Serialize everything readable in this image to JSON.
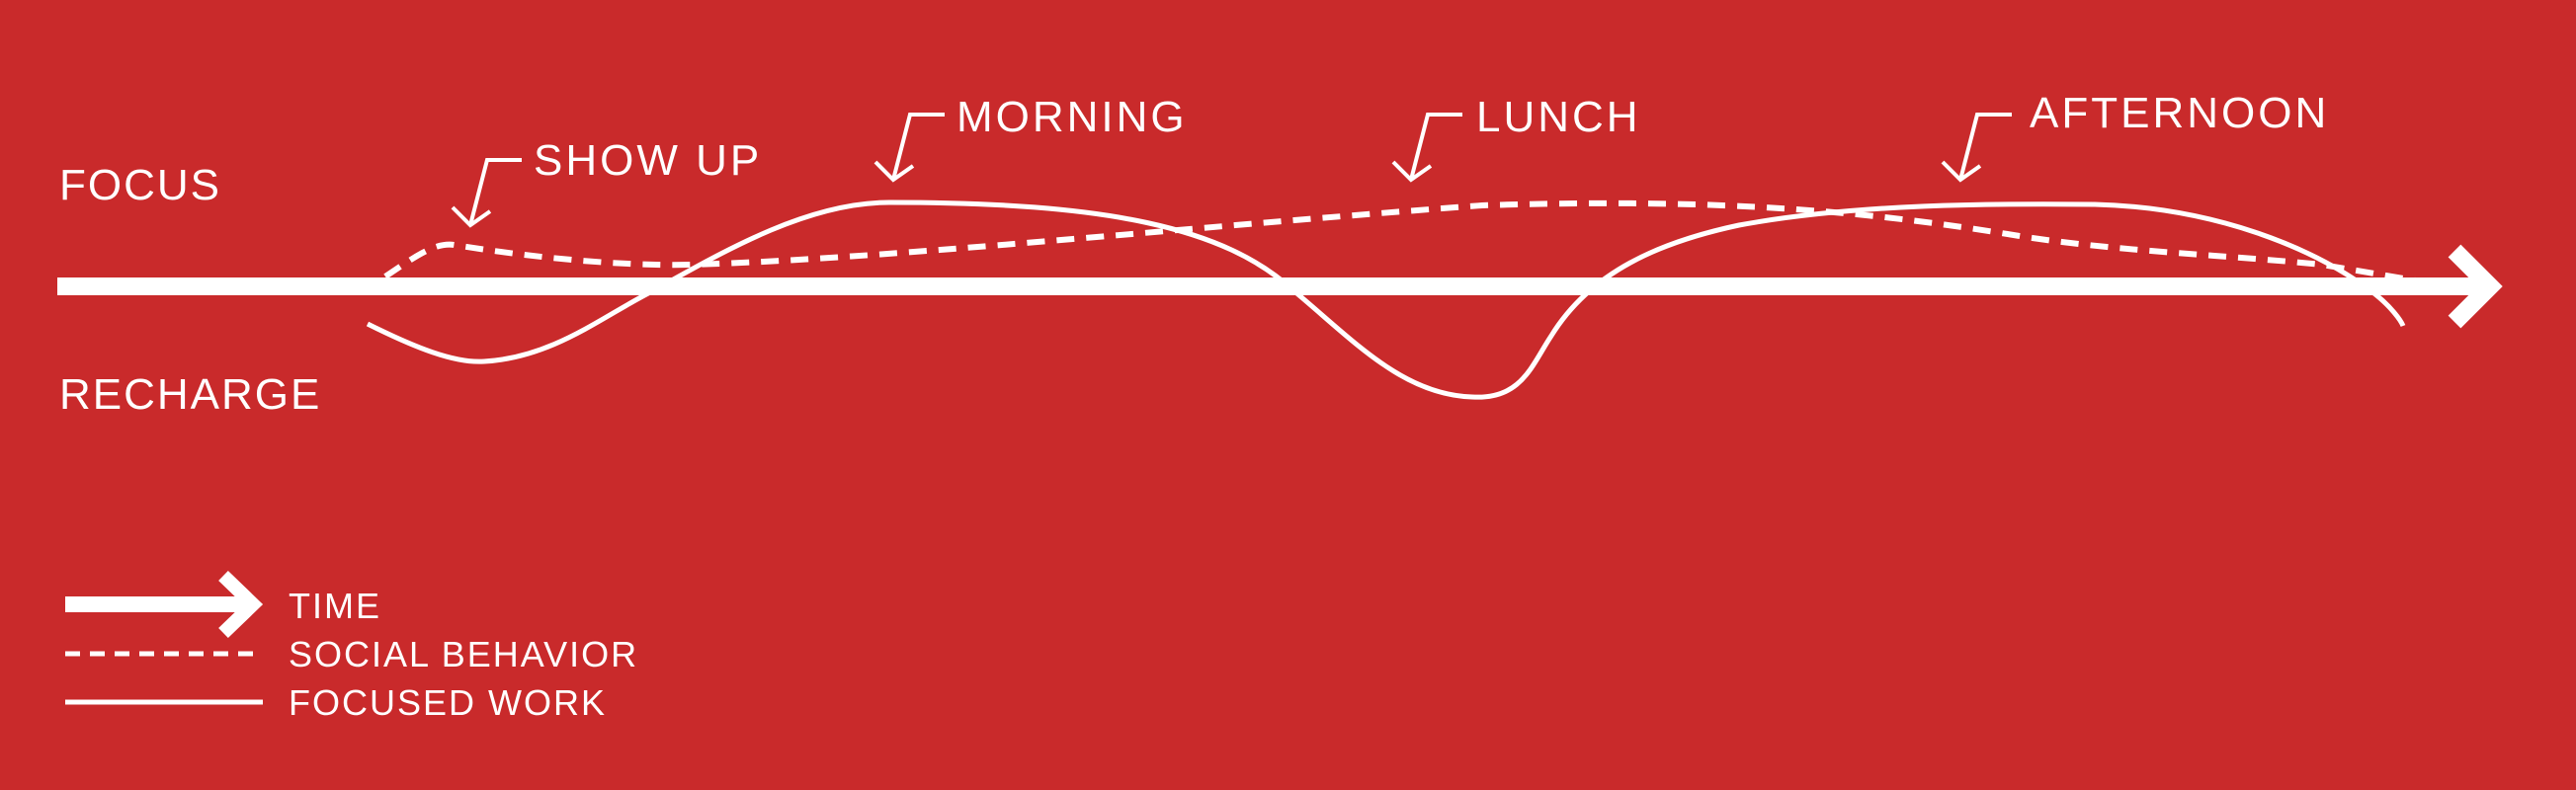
{
  "axis": {
    "top_label": "FOCUS",
    "bottom_label": "RECHARGE"
  },
  "events": [
    {
      "label": "SHOW UP"
    },
    {
      "label": "MORNING"
    },
    {
      "label": "LUNCH"
    },
    {
      "label": "AFTERNOON"
    }
  ],
  "legend": {
    "time": "TIME",
    "social": "SOCIAL BEHAVIOR",
    "focused": "FOCUSED WORK"
  },
  "colors": {
    "background": "#c92a2b",
    "foreground": "#ffffff"
  }
}
